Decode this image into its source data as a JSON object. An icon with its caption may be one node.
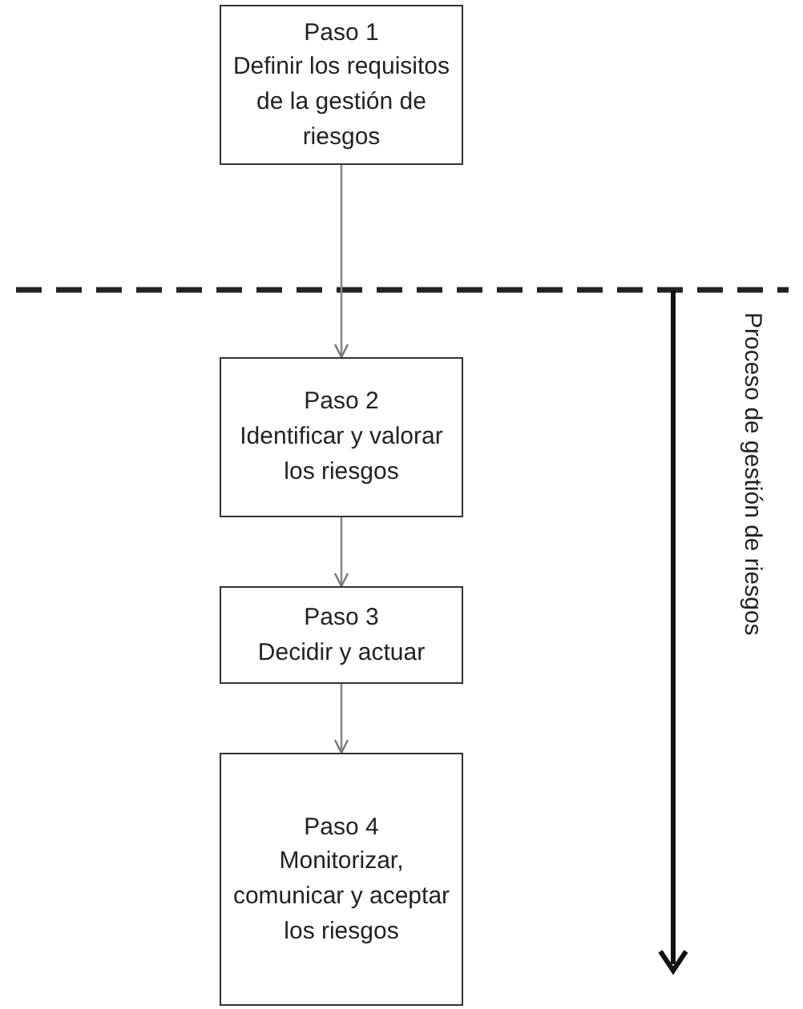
{
  "diagram": {
    "nodes": [
      {
        "text": [
          "Paso 1",
          "Definir los requisitos de la gestión de riesgos"
        ]
      },
      {
        "text": [
          "Paso 2",
          "Identificar y valorar los riesgos"
        ]
      },
      {
        "text": [
          "Paso 3",
          "Decidir y actuar"
        ]
      },
      {
        "text": [
          "Paso 4",
          "Monitorizar, comunicar y aceptar los riesgos"
        ]
      }
    ],
    "edges": [
      {
        "from": 0,
        "to": 1,
        "arrow": "to"
      },
      {
        "from": 1,
        "to": 2,
        "arrow": "to"
      },
      {
        "from": 2,
        "to": 3,
        "arrow": "to"
      }
    ],
    "labels": [
      "Proceso de gestión de riesgos"
    ]
  }
}
